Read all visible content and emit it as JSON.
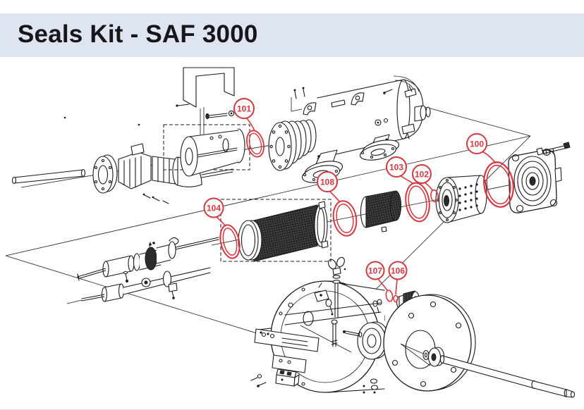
{
  "header": {
    "title": "Seals Kit - SAF 3000"
  },
  "colors": {
    "callout_red": "#d5373e",
    "line_ink": "#1a1a1a",
    "header_background": "#dfe5f0"
  },
  "diagram": {
    "type": "exploded-parts-diagram",
    "callouts": [
      {
        "label": "100"
      },
      {
        "label": "101"
      },
      {
        "label": "102"
      },
      {
        "label": "103"
      },
      {
        "label": "104"
      },
      {
        "label": "106"
      },
      {
        "label": "107"
      },
      {
        "label": "108"
      }
    ]
  }
}
